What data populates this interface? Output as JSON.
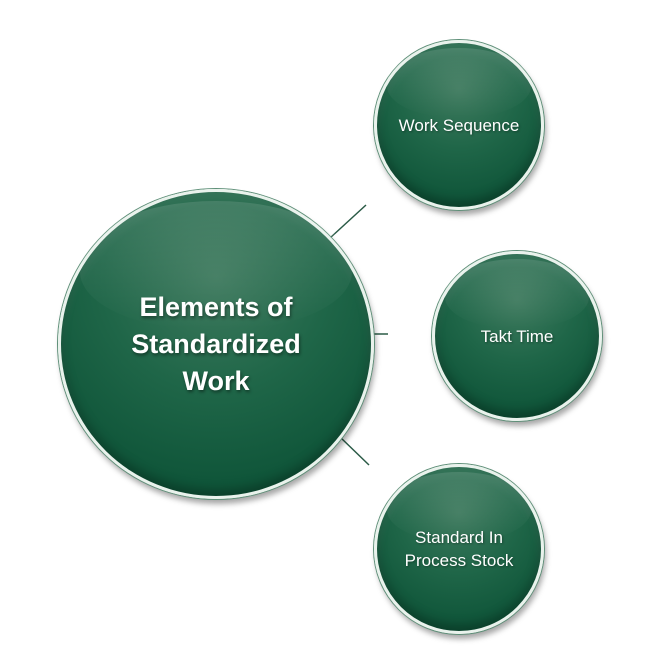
{
  "diagram": {
    "central": {
      "label": "Elements of Standardized Work"
    },
    "branches": [
      {
        "label": "Work Sequence"
      },
      {
        "label": "Takt Time"
      },
      {
        "label": "Standard In Process Stock"
      }
    ]
  },
  "colors": {
    "circle_fill": "#1f6648",
    "circle_fill_dark": "#0c4d33",
    "circle_border": "#e9f2ec",
    "connector": "#2a5a46",
    "text": "#ffffff",
    "background": "#ffffff"
  }
}
